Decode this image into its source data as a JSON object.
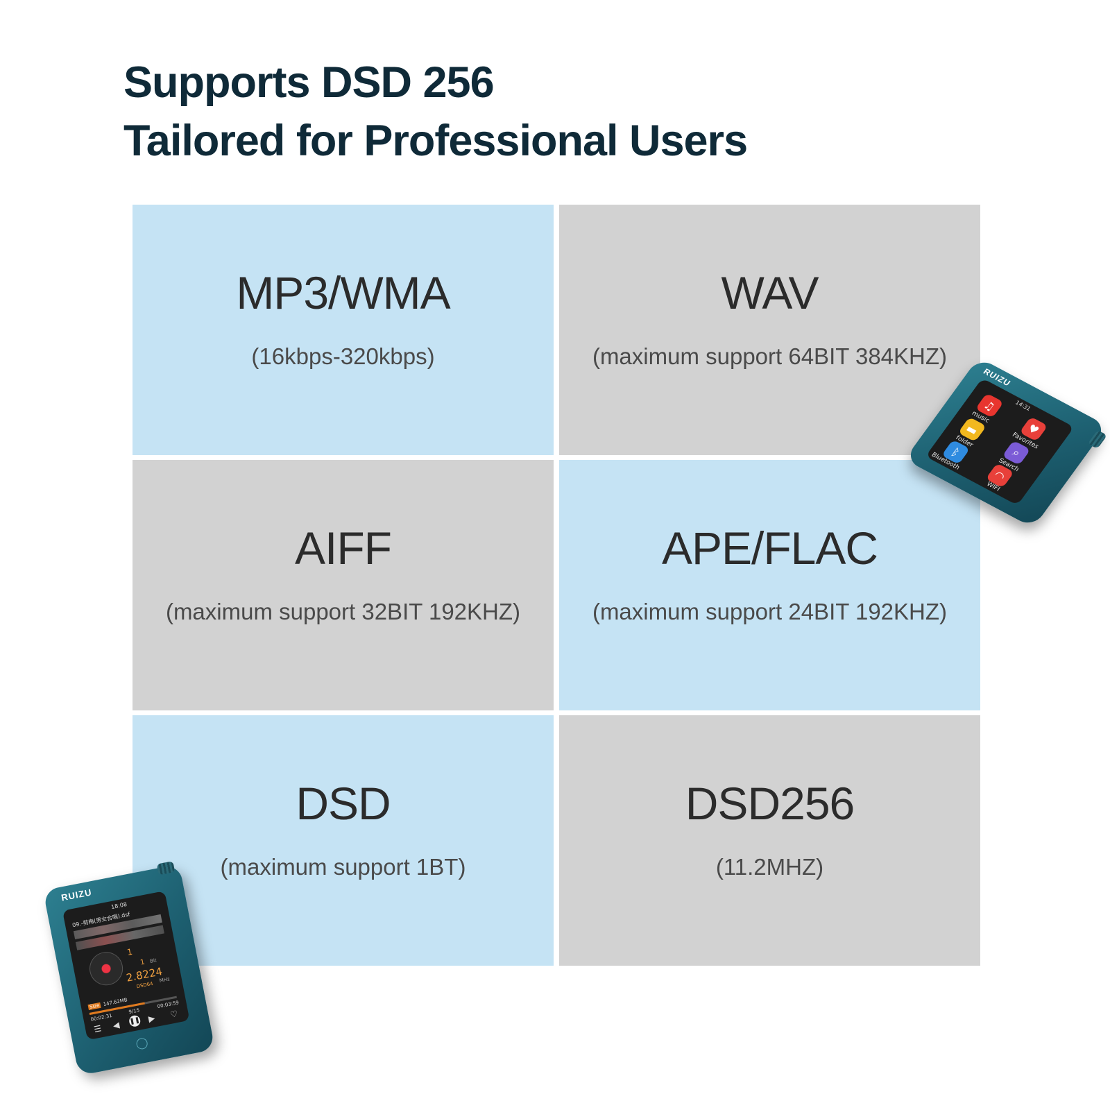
{
  "headline": {
    "line1": "Supports DSD 256",
    "line2": "Tailored for Professional Users"
  },
  "formats": [
    {
      "name": "MP3/WMA",
      "detail": "(16kbps-320kbps)",
      "color": "#c5e3f4"
    },
    {
      "name": "WAV",
      "detail": "(maximum support 64BIT 384KHZ)",
      "color": "#d2d2d2"
    },
    {
      "name": "AIFF",
      "detail": "(maximum support 32BIT 192KHZ)",
      "color": "#d2d2d2"
    },
    {
      "name": "APE/FLAC",
      "detail": "(maximum support 24BIT 192KHZ)",
      "color": "#c5e3f4"
    },
    {
      "name": "DSD",
      "detail": "(maximum support 1BT)",
      "color": "#c5e3f4"
    },
    {
      "name": "DSD256",
      "detail": "(11.2MHZ)",
      "color": "#d2d2d2"
    }
  ],
  "device_top": {
    "brand": "RUIZU",
    "time": "14:31",
    "apps": [
      {
        "label": "music",
        "icon": "music-note-icon",
        "color": "#e8352f"
      },
      {
        "label": "Favorites",
        "icon": "heart-icon",
        "color": "#e8403a"
      },
      {
        "label": "folder",
        "icon": "folder-icon",
        "color": "#f2b81f"
      },
      {
        "label": "Search",
        "icon": "search-icon",
        "color": "#7b5bd6"
      },
      {
        "label": "Bluetooth",
        "icon": "bluetooth-icon",
        "color": "#2f8be0"
      },
      {
        "label": "WIFI",
        "icon": "wifi-icon",
        "color": "#e8403a"
      }
    ]
  },
  "device_bottom": {
    "brand": "RUIZU",
    "time": "18:08",
    "track": "09.-剪梅(男女合唱).dsf",
    "track_no": "1",
    "sample_rate": "2.8224",
    "sample_unit": "MHz",
    "format": "DSD64",
    "bit": "1",
    "bit_unit": "Bit",
    "size": "147.62MB",
    "elapsed": "00:02:31",
    "position": "9/15",
    "total": "00:03:59",
    "size_label": "Size"
  }
}
